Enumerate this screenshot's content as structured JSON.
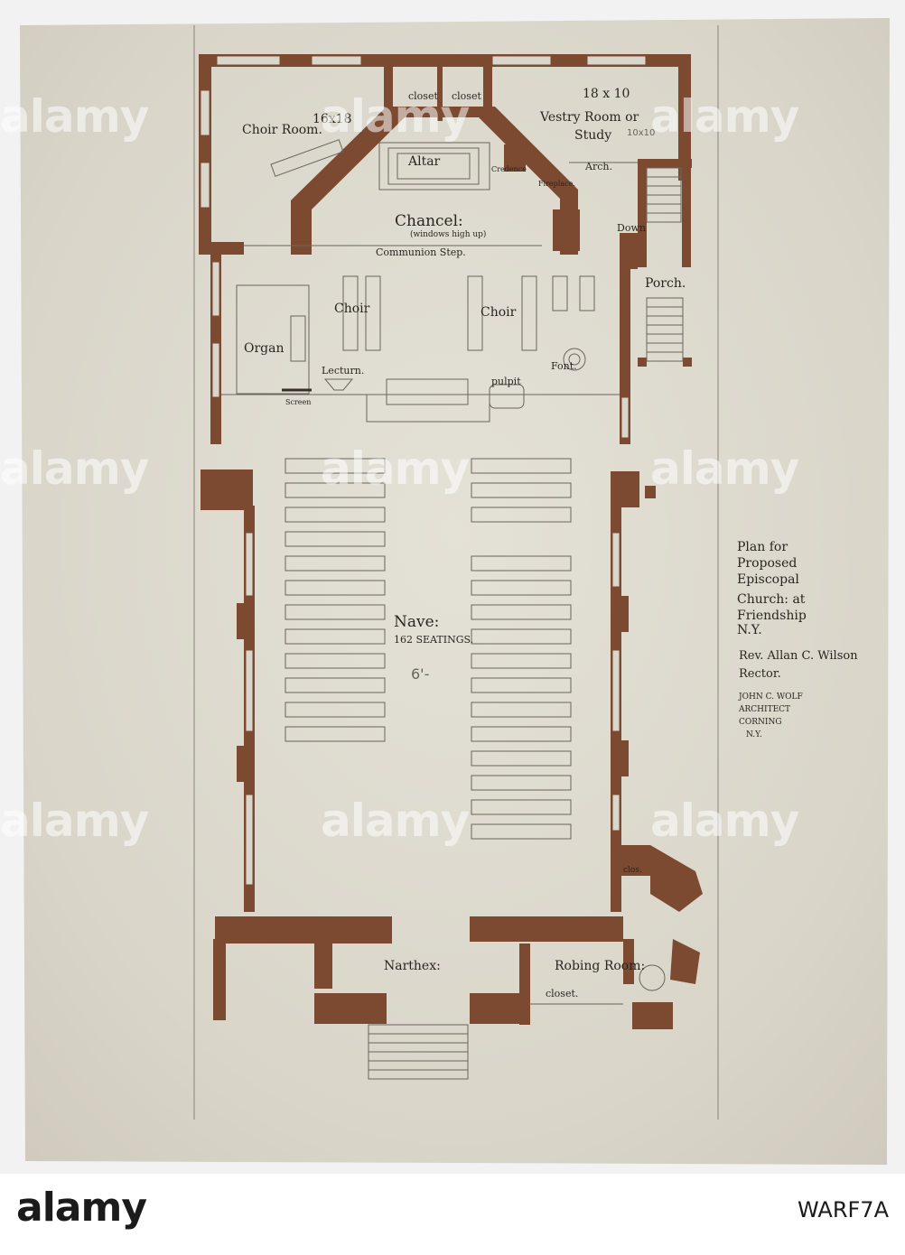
{
  "labels": {
    "closet_left": "closet",
    "closet_right": "closet",
    "dimension_vestry": "18 x 10",
    "vestry_line1": "Vestry Room or",
    "vestry_line2": "Study",
    "vestry_pencil": "10x10",
    "choir_room": "Choir Room.",
    "dimension_choir": "16x18",
    "altar": "Altar",
    "credence": "Credence",
    "fireplace": "Fireplace.",
    "arch": "Arch.",
    "chancel": "Chancel:",
    "chancel_note": "(windows high up)",
    "down": "Down",
    "communion_step": "Communion Step.",
    "porch": "Porch.",
    "choir_left": "Choir",
    "choir_right": "Choir",
    "organ": "Organ",
    "lecturn": "Lecturn.",
    "screen": "Screen",
    "pulpit": "pulpit",
    "font": "Font.",
    "nave": "Nave:",
    "nave_seatings": "162 SEATINGS.",
    "pencil_mark": "6'-",
    "clos": "clos.",
    "narthex": "Narthex:",
    "robing_room": "Robing Room:",
    "closet_bottom": "closet."
  },
  "title_block": {
    "plan_lines": [
      "Plan for",
      "Proposed",
      "Episcopal",
      "Church: at",
      "Friendship",
      "N.Y."
    ],
    "rector_lines": [
      "Rev. Allan C. Wilson",
      "Rector."
    ],
    "architect_lines": [
      "JOHN C. WOLF",
      "ARCHITECT",
      "CORNING",
      "N.Y."
    ]
  },
  "watermark": "alamy",
  "footer": {
    "logo": "alamy",
    "image_id": "WARF7A"
  },
  "colors": {
    "wall": "#7b4a30",
    "paper": "#d9d6cb",
    "pencil": "#8a857b"
  }
}
